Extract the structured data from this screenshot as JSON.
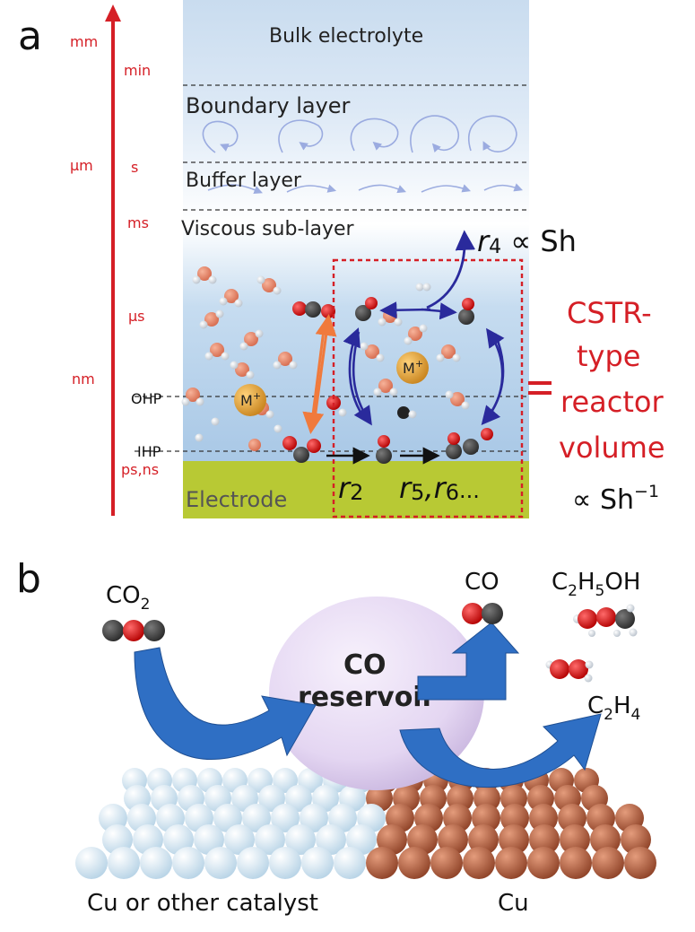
{
  "panel_a": {
    "label": "a",
    "scale_left": [
      "mm",
      "μm",
      "nm"
    ],
    "scale_right": [
      "min",
      "s",
      "ms",
      "μs",
      "ps,ns"
    ],
    "layers": {
      "bulk": "Bulk electrolyte",
      "boundary": "Boundary layer",
      "buffer": "Buffer layer",
      "viscous": "Viscous sub-layer",
      "ohp": "OHP",
      "ihp": "IHP",
      "electrode": "Electrode"
    },
    "cation": {
      "symbol": "M",
      "charge": "+"
    },
    "rates": {
      "r2_base": "r",
      "r2_sub": "2",
      "r56_text": "r",
      "r56_sub1": "5",
      "r56_mid": ",r",
      "r56_sub2": "6",
      "r56_tail": "...",
      "r4_base": "r",
      "r4_sub": "4",
      "r4_rel": " ∝ Sh"
    },
    "cstr": {
      "line1": "CSTR-",
      "line2": "type",
      "line3": "reactor",
      "line4": "volume",
      "scaling_base": "∝ Sh",
      "scaling_sup": "−1"
    },
    "colors": {
      "accent_red": "#d51f26",
      "arrow_blue": "#2a2a9c",
      "arrow_orange": "#f07a3c",
      "electrode": "#b8c934"
    }
  },
  "panel_b": {
    "label": "b",
    "co2": {
      "base": "CO",
      "sub": "2"
    },
    "reservoir": {
      "line1": "CO",
      "line2": "reservoir"
    },
    "co": "CO",
    "ethanol": {
      "p1": "C",
      "s1": "2",
      "p2": "H",
      "s2": "5",
      "p3": "OH"
    },
    "ethylene": {
      "p1": "C",
      "s1": "2",
      "p2": "H",
      "s2": "4"
    },
    "catalyst_left": "Cu or other catalyst",
    "catalyst_right": "Cu",
    "colors": {
      "arrow_blue": "#2f6fc4",
      "sphere_white": "#eef6fb",
      "sphere_copper": "#c06a4a",
      "reservoir": "#e4d6f2"
    }
  }
}
